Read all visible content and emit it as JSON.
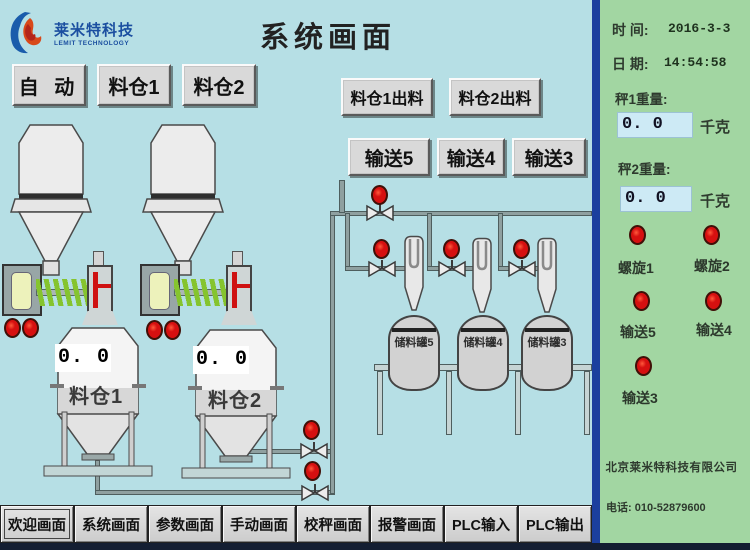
{
  "title": "系统画面",
  "logo": {
    "name": "莱米特科技",
    "subtitle": "LEMIT TECHNOLOGY"
  },
  "buttons": {
    "auto": "自 动",
    "silo1": "料仓1",
    "silo2": "料仓2",
    "silo1_discharge": "料仓1出料",
    "silo2_discharge": "料仓2出料",
    "conveyor5": "输送5",
    "conveyor4": "输送4",
    "conveyor3": "输送3"
  },
  "hoppers": {
    "hopper1": {
      "weight": "0. 0",
      "label": "料仓1"
    },
    "hopper2": {
      "weight": "0. 0",
      "label": "料仓2"
    }
  },
  "tanks": {
    "tank5": "储料罐5",
    "tank4": "储料罐4",
    "tank3": "储料罐3"
  },
  "panel": {
    "time_label": "时 间:",
    "time_value": "2016-3-3",
    "date_label": "日 期:",
    "date_value": "14:54:58",
    "scale1_label": "秤1重量:",
    "scale1_value": "0. 0",
    "scale1_unit": "千克",
    "scale2_label": "秤2重量:",
    "scale2_value": "0. 0",
    "scale2_unit": "千克",
    "indicators": {
      "screw1": "螺旋1",
      "screw2": "螺旋2",
      "conv5": "输送5",
      "conv4": "输送4",
      "conv3": "输送3"
    },
    "company": "北京莱米特科技有限公司",
    "phone": "电话: 010-52879600"
  },
  "nav": {
    "welcome": "欢迎画面",
    "system": "系统画面",
    "params": "参数画面",
    "manual": "手动画面",
    "scale": "校秤画面",
    "alarm": "报警画面",
    "plc_in": "PLC输入",
    "plc_out": "PLC输出"
  },
  "colors": {
    "background": "#b6dfe5",
    "panel": "#a2d6a2",
    "divider": "#1b3f9e",
    "indicator": "#d61010",
    "pipe": "#8fa0a0"
  }
}
